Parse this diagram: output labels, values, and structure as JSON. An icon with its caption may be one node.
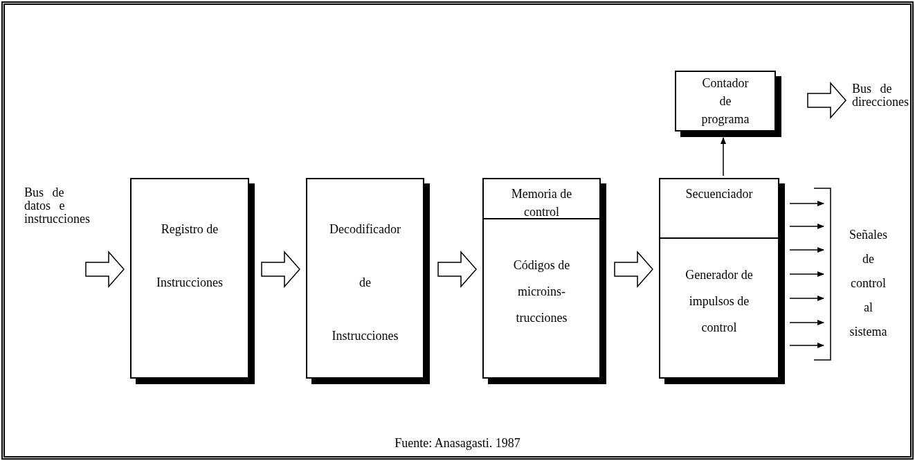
{
  "diagram": {
    "caption": "Fuente: Anasagasti. 1987",
    "nodes": [
      {
        "text": [
          "Bus de datos e instrucciones"
        ]
      },
      {
        "text": [
          "Registro de Instrucciones"
        ]
      },
      {
        "text": [
          "Decodificador de Instrucciones"
        ]
      },
      {
        "text": [
          "Memoria de control",
          "Códigos de microins- trucciones"
        ]
      },
      {
        "text": [
          "Secuenciador",
          "Generador de impulsos de control"
        ]
      },
      {
        "text": [
          "Contador de programa"
        ]
      },
      {
        "text": [
          "Bus de direcciones"
        ]
      }
    ],
    "edges": [
      {
        "from": 0,
        "to": 1,
        "arrow": "to",
        "style": "thick"
      },
      {
        "from": 1,
        "to": 2,
        "arrow": "to",
        "style": "thick"
      },
      {
        "from": 2,
        "to": 3,
        "arrow": "to",
        "style": "thick"
      },
      {
        "from": 3,
        "to": 4,
        "arrow": "to",
        "style": "thick"
      },
      {
        "from": 4,
        "to": 5,
        "arrow": "to"
      },
      {
        "from": 5,
        "to": 6,
        "arrow": "to",
        "style": "thick"
      },
      {
        "from": 4,
        "to": null,
        "arrow": "to"
      },
      {
        "from": 4,
        "to": null,
        "arrow": "to"
      },
      {
        "from": 4,
        "to": null,
        "arrow": "to"
      },
      {
        "from": 4,
        "to": null,
        "arrow": "to"
      },
      {
        "from": 4,
        "to": null,
        "arrow": "to"
      },
      {
        "from": 4,
        "to": null,
        "arrow": "to"
      },
      {
        "from": 4,
        "to": null,
        "arrow": "to"
      }
    ],
    "labels": [
      "Señales de control al sistema"
    ]
  }
}
